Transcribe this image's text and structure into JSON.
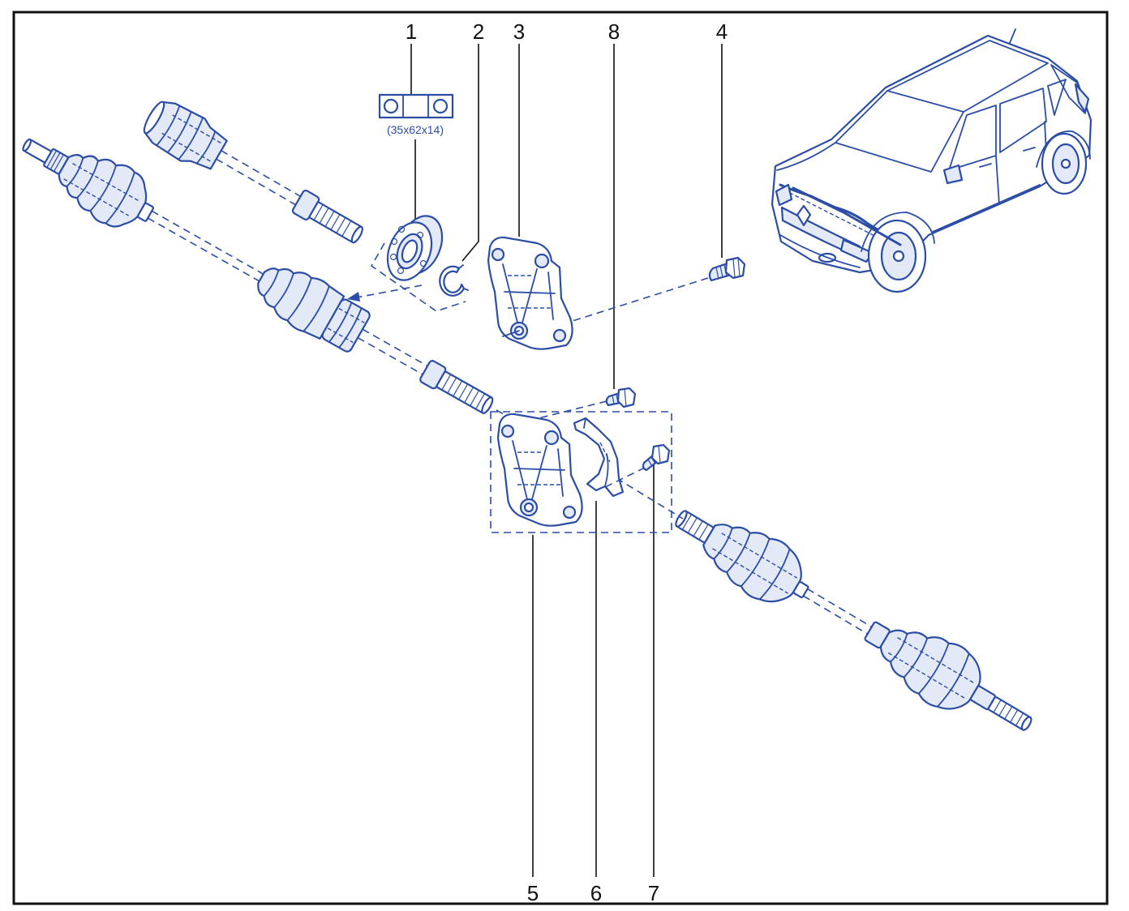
{
  "diagram": {
    "dimension_label": "(35x62x14)",
    "callouts": {
      "part_1": "1",
      "part_2": "2",
      "part_3": "3",
      "part_4": "4",
      "part_5": "5",
      "part_6": "6",
      "part_7": "7",
      "part_8": "8"
    }
  },
  "icons": {
    "bearing_symbol": "bearing-icon",
    "vehicle": "hatchback-car-icon"
  },
  "colors": {
    "line_art": "#2b4da6",
    "callout": "#111111",
    "frame": "#111111"
  }
}
